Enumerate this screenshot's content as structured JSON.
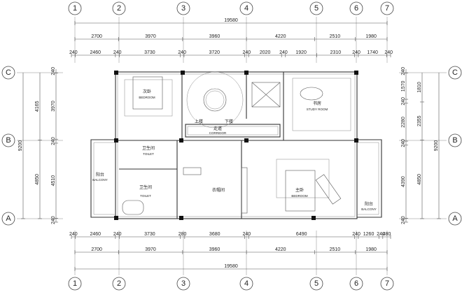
{
  "axes": {
    "columns": [
      "1",
      "2",
      "3",
      "4",
      "5",
      "6",
      "7"
    ],
    "rows": [
      "C",
      "B",
      "A"
    ]
  },
  "dimensions": {
    "top": {
      "total": [
        19580
      ],
      "axis_spans": [
        2700,
        3970,
        3960,
        4220,
        2510,
        1980
      ],
      "detail": [
        240,
        2460,
        240,
        3730,
        240,
        3720,
        240,
        2020,
        240,
        1920,
        2310,
        240,
        1740,
        240
      ]
    },
    "bottom": {
      "detail": [
        240,
        2460,
        240,
        3730,
        280,
        3680,
        240,
        6490,
        240,
        1260,
        240,
        480
      ],
      "axis_spans": [
        2700,
        3970,
        3960,
        4220,
        2510,
        1980
      ],
      "total": [
        19580
      ]
    },
    "left": {
      "total": [
        9200
      ],
      "axis_spans": [
        4165,
        4850
      ],
      "detail": [
        240,
        3970,
        240,
        4510,
        240
      ]
    },
    "right": {
      "detail": [
        240,
        1570,
        240,
        2280,
        240,
        4390,
        240
      ],
      "axis_spans": [
        1810,
        2355,
        4850
      ],
      "total": [
        9200
      ]
    }
  },
  "rooms": {
    "bedroom2": {
      "cn": "次卧",
      "en": "BEDROOM"
    },
    "study": {
      "cn": "书房",
      "en": "STUDY ROOM"
    },
    "stair_up": {
      "cn": "上楼"
    },
    "stair_down": {
      "cn": "下楼"
    },
    "corridor": {
      "cn": "走道",
      "en": "CORRIDOR"
    },
    "toilet1": {
      "cn": "卫生间",
      "en": "TOILET"
    },
    "toilet2": {
      "cn": "卫生间",
      "en": "TOILET"
    },
    "balcony_left": {
      "cn": "阳台",
      "en": "BALCONY"
    },
    "closet": {
      "cn": "衣帽间"
    },
    "master_bedroom": {
      "cn": "主卧",
      "en": "BEDROOM"
    },
    "balcony_right": {
      "cn": "阳台",
      "en": "BALCONY"
    }
  }
}
